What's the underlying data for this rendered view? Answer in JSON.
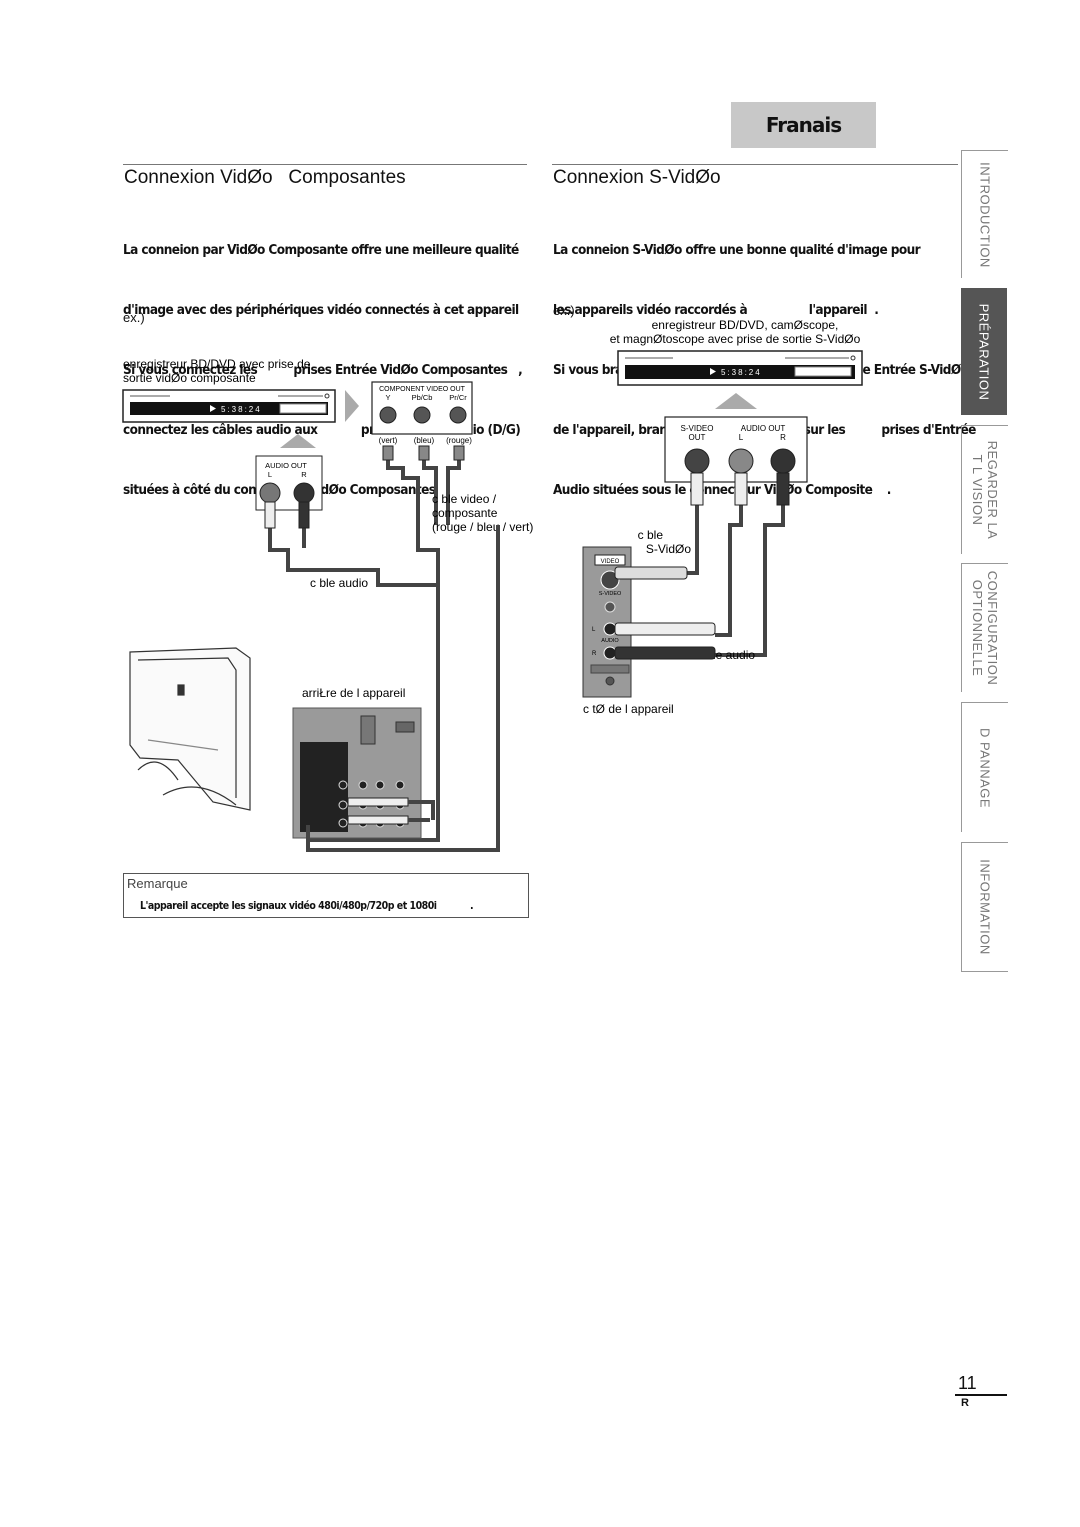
{
  "language_tab": "Franais",
  "left_section": {
    "title": "Connexion VidØo   Composantes",
    "body_lines": [
      "La conneion par VidØo Composante offre une meilleure qualité",
      "d'image avec des périphériques vidéo connectés à cet appareil              .",
      "Si vous connectez les          prises Entrée VidØo Composantes   ,",
      "connectez les câbles audio aux            prises Entrée Audio (D/G)",
      "situées à côté du connecteur VidØo Composantes   ."
    ],
    "example": "ex.)",
    "device_label": "enregistreur BD/DVD avec prise de\nsortie vidØo composante",
    "component_out_label": "COMPONENT VIDEO OUT",
    "component_jacks": [
      "Y",
      "Pb/Cb",
      "Pr/Cr"
    ],
    "plug_colors": [
      "(vert)",
      "(bleu)",
      "(rouge)"
    ],
    "audio_out_label": "AUDIO OUT",
    "audio_lr": [
      "L",
      "R"
    ],
    "component_cable_label": "c ble video /\ncomposante\n(rouge / bleu / vert)",
    "audio_cable_label": "c ble audio",
    "rear_label": "arriŁre de l appareil"
  },
  "right_section": {
    "title": "Connexion S-VidØo",
    "body_lines": [
      "La conneion S-VidØo offre une bonne qualité d'image pour",
      "les appareils vidéo raccordés à                 l'appareil  .",
      "Si vous branchez un          périphérique sur la prise Entrée S-VidØo",
      "de l'appareil, branchez les câbles audio sur les          prises d'Entrée",
      "Audio situées sous le connecteur VidØo Composite    ."
    ],
    "example": "ex.)",
    "device_label": "enregistreur BD/DVD, camØscope,\net magnØtoscope avec prise de sortie S-VidØo",
    "svideo_out_label": "S-VIDEO\nOUT",
    "audio_out_label": "AUDIO OUT",
    "audio_lr": [
      "L",
      "R"
    ],
    "svideo_cable_label": "c ble\nS-VidØo",
    "audio_cable_label": "c ble audio",
    "side_label": "c tØ de l appareil",
    "panel_labels": [
      "VIDEO",
      "S-VIDEO",
      "L",
      "AUDIO",
      "R"
    ]
  },
  "display_text": "5:38:24",
  "note": {
    "heading": "Remarque",
    "text": "L'appareil accepte les signaux vidéo 480i/480p/720p et 1080i            ."
  },
  "side_tabs": [
    {
      "label": "INTRODUCTION",
      "active": false
    },
    {
      "label": "PRÉPARATION",
      "active": true
    },
    {
      "label": "REGARDER LA\nT L VISION",
      "active": false
    },
    {
      "label": "CONFIGURATION\nOPTIONNELLE",
      "active": false
    },
    {
      "label": "D PANNAGE",
      "active": false
    },
    {
      "label": "INFORMATION",
      "active": false
    }
  ],
  "page_number": "11",
  "page_suffix": "R"
}
